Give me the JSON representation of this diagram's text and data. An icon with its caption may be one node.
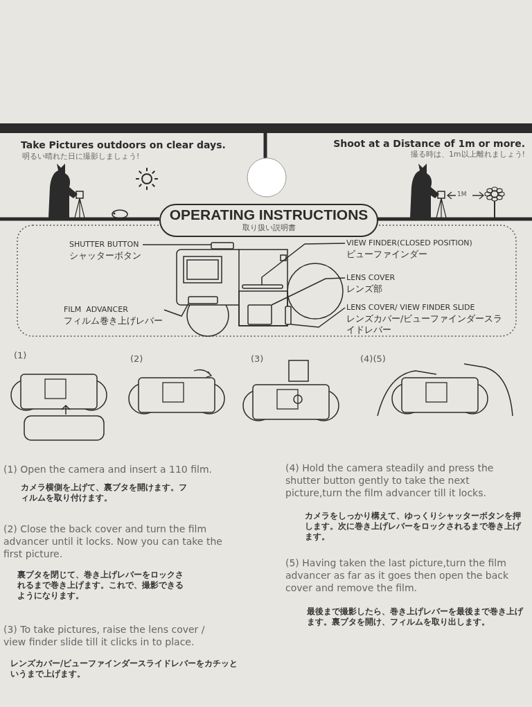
{
  "diagram": {
    "nodes": [
      {
        "text": [
          "OPERATING INSTRUCTIONS",
          "取り扱い説明書"
        ]
      },
      {
        "text": [
          "SHUTTER BUTTON",
          "シャッターボタン"
        ]
      },
      {
        "text": [
          "VIEW FINDER(CLOSED POSITION)",
          "ビューファインダー"
        ]
      },
      {
        "text": [
          "LENS COVER",
          "レンズ部"
        ]
      },
      {
        "text": [
          "FILM  ADVANCER",
          "フィルム巻き上げレバー"
        ]
      },
      {
        "text": [
          "LENS COVER/ VIEW FINDER SLIDE",
          "レンズカバー/ビューファインダースライドレバー"
        ]
      },
      {
        "text": [],
        "shape": "box"
      },
      {
        "text": [],
        "shape": "box"
      },
      {
        "text": [],
        "shape": "box"
      },
      {
        "text": [],
        "shape": "box"
      },
      {
        "text": [],
        "shape": "box"
      }
    ],
    "edges": [
      {
        "from": 1,
        "to": 6,
        "arrow": "none"
      },
      {
        "from": 2,
        "to": 7,
        "arrow": "none"
      },
      {
        "from": 3,
        "to": 8,
        "arrow": "none"
      },
      {
        "from": 4,
        "to": 9,
        "arrow": "none"
      },
      {
        "from": 5,
        "to": 10,
        "arrow": "none"
      }
    ],
    "labels": [
      "Take Pictures outdoors on clear days.",
      "明るい晴れた日に撮影しましょう!",
      "Shoot at a Distance of 1m or more.",
      "撮る時は、1m以上離れましょう!",
      "1M",
      "(1)",
      "(2)",
      "(3)",
      "(4)(5)",
      "(1) Open the camera and insert a 110 film.",
      "カメラ横側を上げて、裏ブタを開けます。フィルムを取り付けます。",
      "(2) Close the back cover and turn the film advancer until it locks. Now you can take the first picture.",
      "裏ブタを閉じて、巻き上げレバーをロックされるまで巻き上げます。これで、撮影できるようになります。",
      "(3) To take pictures, raise the lens cover / view finder slide till it clicks in to place.",
      "レンズカバー/ビューファインダースライドレバーをカチッというまで上げます。",
      "(4) Hold the camera steadily and press the shutter button gently to take the next picture,turn the film advancer till it locks.",
      "カメラをしっかり構えて、ゆっくりシャッターボタンを押します。次に巻き上げレバーをロックされるまで巻き上げます。",
      "(5) Having taken the last picture,turn the film advancer as far as it goes then open the back cover and remove the film.",
      "最後まで撮影したら、巻き上げレバーを最後まで巻き上げます。裏ブタを開け、フィルムを取り出します。"
    ]
  }
}
